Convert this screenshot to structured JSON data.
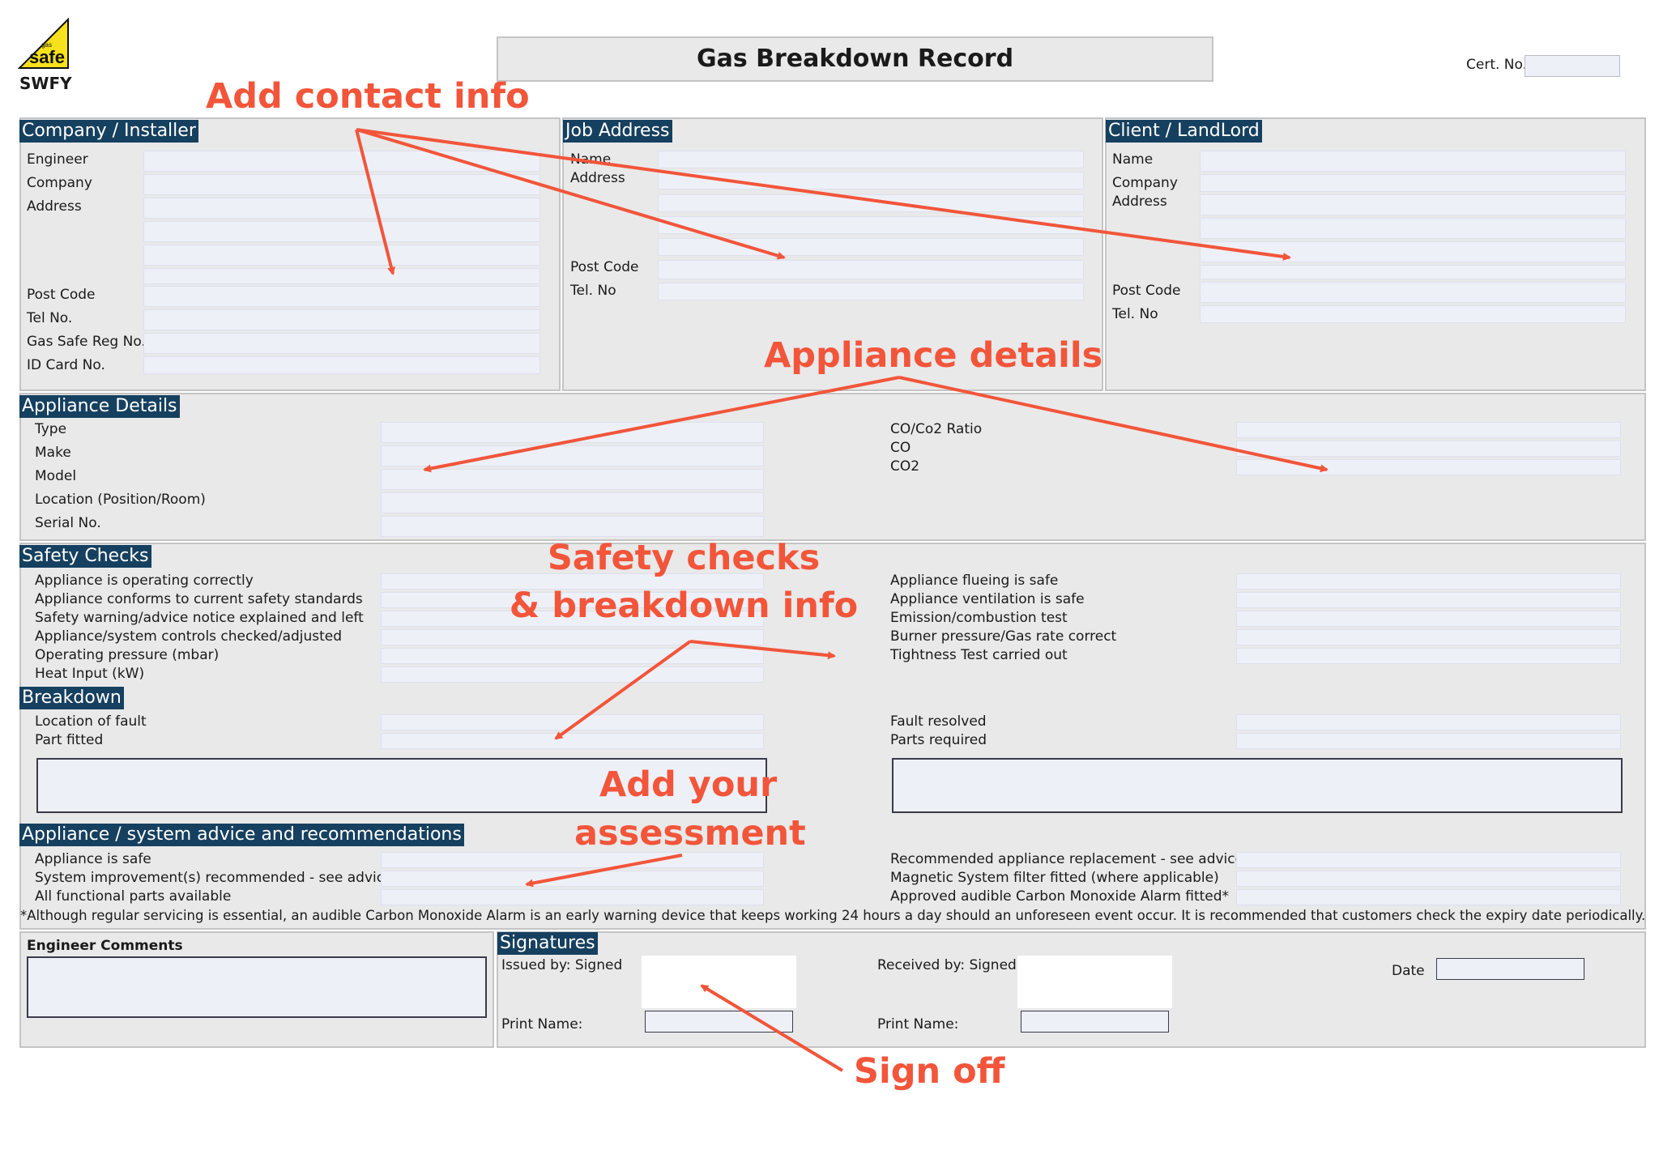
{
  "logo": {
    "icon": "gas-safe-register-logo",
    "brand_color": "#f5e11c",
    "name": "SWFY"
  },
  "title": "Gas Breakdown Record",
  "cert": {
    "label": "Cert. No.",
    "value": ""
  },
  "company": {
    "heading": "Company / Installer",
    "engineer": "Engineer",
    "company": "Company",
    "address": "Address",
    "post_code": "Post Code",
    "tel": "Tel No.",
    "gas_safe_reg": "Gas Safe Reg No.",
    "id_card": "ID Card No."
  },
  "job": {
    "heading": "Job Address",
    "name": "Name",
    "address": "Address",
    "post_code": "Post Code",
    "tel": "Tel. No"
  },
  "client": {
    "heading": "Client / LandLord",
    "name": "Name",
    "company": "Company",
    "address": "Address",
    "post_code": "Post Code",
    "tel": "Tel. No"
  },
  "appliance": {
    "heading": "Appliance Details",
    "left": [
      "Type",
      "Make",
      "Model",
      "Location (Position/Room)",
      "Serial No."
    ],
    "right": [
      "CO/Co2 Ratio",
      "CO",
      "CO2"
    ]
  },
  "safety": {
    "heading": "Safety Checks",
    "left": [
      "Appliance is operating correctly",
      "Appliance conforms to current safety standards",
      "Safety warning/advice notice explained and left",
      "Appliance/system controls checked/adjusted",
      "Operating pressure (mbar)",
      "Heat Input (kW)"
    ],
    "right": [
      "Appliance flueing is safe",
      "Appliance ventilation is safe",
      "Emission/combustion test",
      "Burner pressure/Gas rate correct",
      "Tightness Test carried out"
    ]
  },
  "breakdown": {
    "heading": "Breakdown",
    "left": [
      "Location of fault",
      "Part fitted"
    ],
    "right": [
      "Fault resolved",
      "Parts required"
    ]
  },
  "advice": {
    "heading": "Appliance / system advice and recommendations",
    "left": [
      "Appliance is safe",
      "System improvement(s) recommended - see advice",
      "All functional parts available"
    ],
    "right": [
      "Recommended appliance replacement - see advice",
      "Magnetic System filter fitted (where applicable)",
      "Approved audible Carbon Monoxide Alarm fitted*"
    ],
    "footnote": "*Although regular servicing is essential, an audible Carbon Monoxide Alarm is an early warning device that keeps working 24 hours a day should an unforeseen event occur. It is recommended that customers check the expiry date periodically."
  },
  "comments": {
    "heading": "Engineer Comments"
  },
  "signatures": {
    "heading": "Signatures",
    "issued_by": "Issued by: Signed",
    "received_by": "Received by: Signed",
    "print_name_1": "Print Name:",
    "print_name_2": "Print Name:",
    "date": "Date"
  },
  "annotations": {
    "contact": "Add contact info",
    "appliance": "Appliance details",
    "safety_1": "Safety checks",
    "safety_2": "& breakdown info",
    "assess_1": "Add your",
    "assess_2": "assessment",
    "sign": "Sign off",
    "color": "#f2553a"
  }
}
